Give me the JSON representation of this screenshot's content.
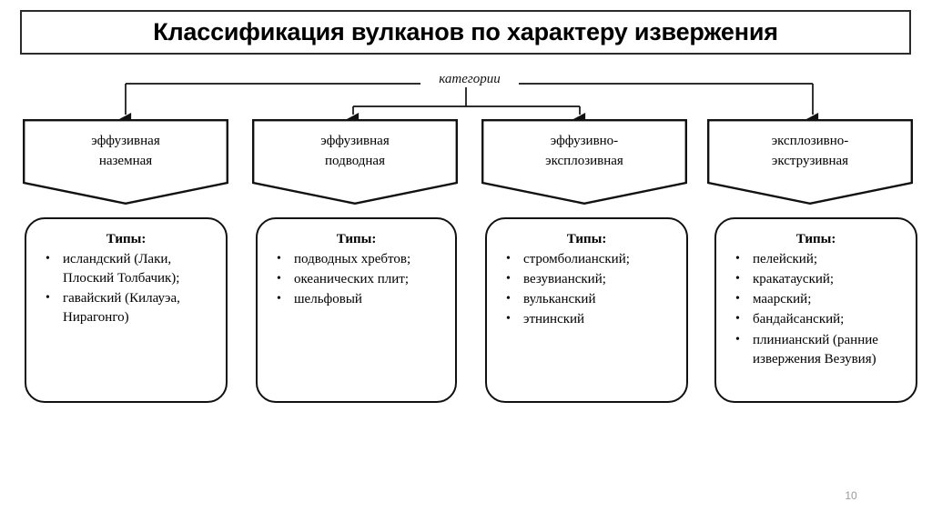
{
  "slide": {
    "title": "Классификация вулканов по характеру извержения",
    "connector_label": "категории",
    "page_number": "10",
    "colors": {
      "background": "#ffffff",
      "line": "#111111",
      "title_border": "#2b2b2b",
      "page_number": "#9a9a9a"
    }
  },
  "categories": [
    {
      "label": "эффузивная\nназемная"
    },
    {
      "label": "эффузивная\nподводная"
    },
    {
      "label": "эффузивно-\nэксплозивная"
    },
    {
      "label": "эксплозивно-\nэкструзивная"
    }
  ],
  "type_groups": [
    {
      "heading": "Типы:",
      "bullet": "•",
      "items": [
        "исландский (Лаки, Плоский Толбачик);",
        "гавайский (Килауэа, Нирагонго)"
      ]
    },
    {
      "heading": "Типы:",
      "bullet": "•",
      "items": [
        "подводных хребтов;",
        "океанических плит;",
        "шельфовый"
      ]
    },
    {
      "heading": "Типы:",
      "bullet": "•",
      "items": [
        "стромболианский;",
        "везувианский;",
        "вульканский",
        "этнинский"
      ]
    },
    {
      "heading": "Типы:",
      "bullet": "•",
      "items": [
        "пелейский;",
        "кракатауский;",
        "маарский;",
        "бандайсанский;",
        "плинианский (ранние извержения Везувия)"
      ]
    }
  ]
}
